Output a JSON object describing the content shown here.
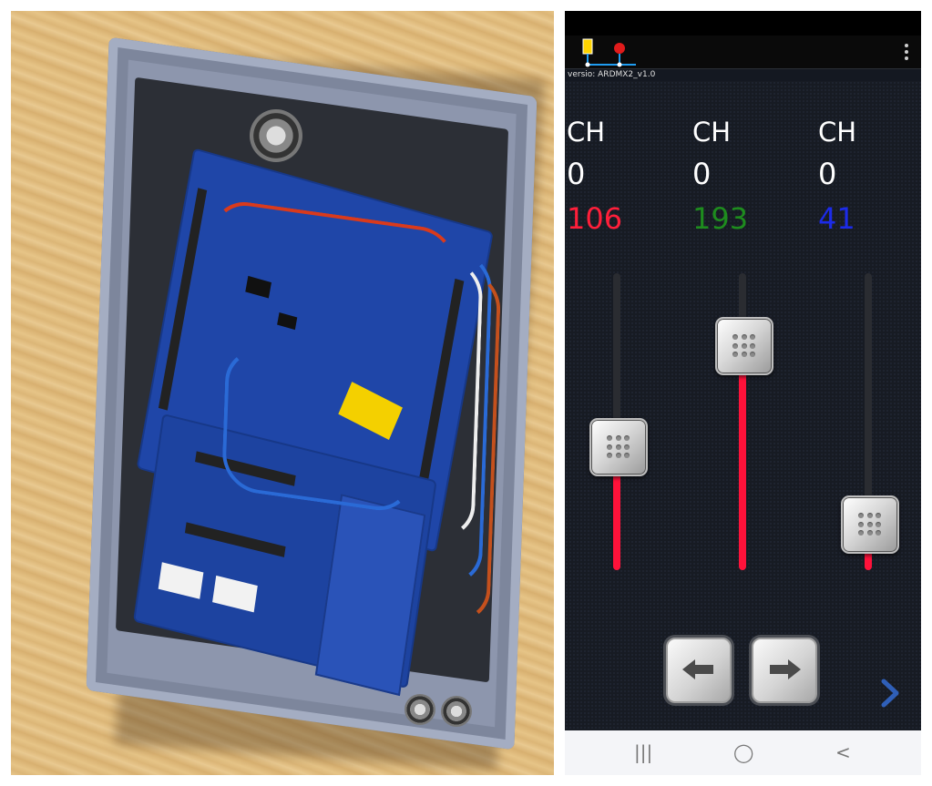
{
  "app": {
    "version": "versio: ARDMX2_v1.0"
  },
  "channels": [
    {
      "label": "CH",
      "number": "0",
      "value": "106",
      "color": "#ff1f3a",
      "level": 0.42
    },
    {
      "label": "CH",
      "number": "0",
      "value": "193",
      "color": "#1e8c1e",
      "level": 0.76
    },
    {
      "label": "CH",
      "number": "0",
      "value": "41",
      "color": "#1c2be8",
      "level": 0.16
    }
  ],
  "slider_fill_color": "#ff123a",
  "icons": {
    "menu": "more-vert-icon",
    "prev": "arrow-left-icon",
    "next": "arrow-right-icon",
    "page_next": "chevron-right-icon",
    "recents": "recent-apps-icon",
    "home": "home-icon",
    "back": "back-icon"
  },
  "system_nav": {
    "recents": "|||",
    "home": "◯",
    "back": "<"
  }
}
